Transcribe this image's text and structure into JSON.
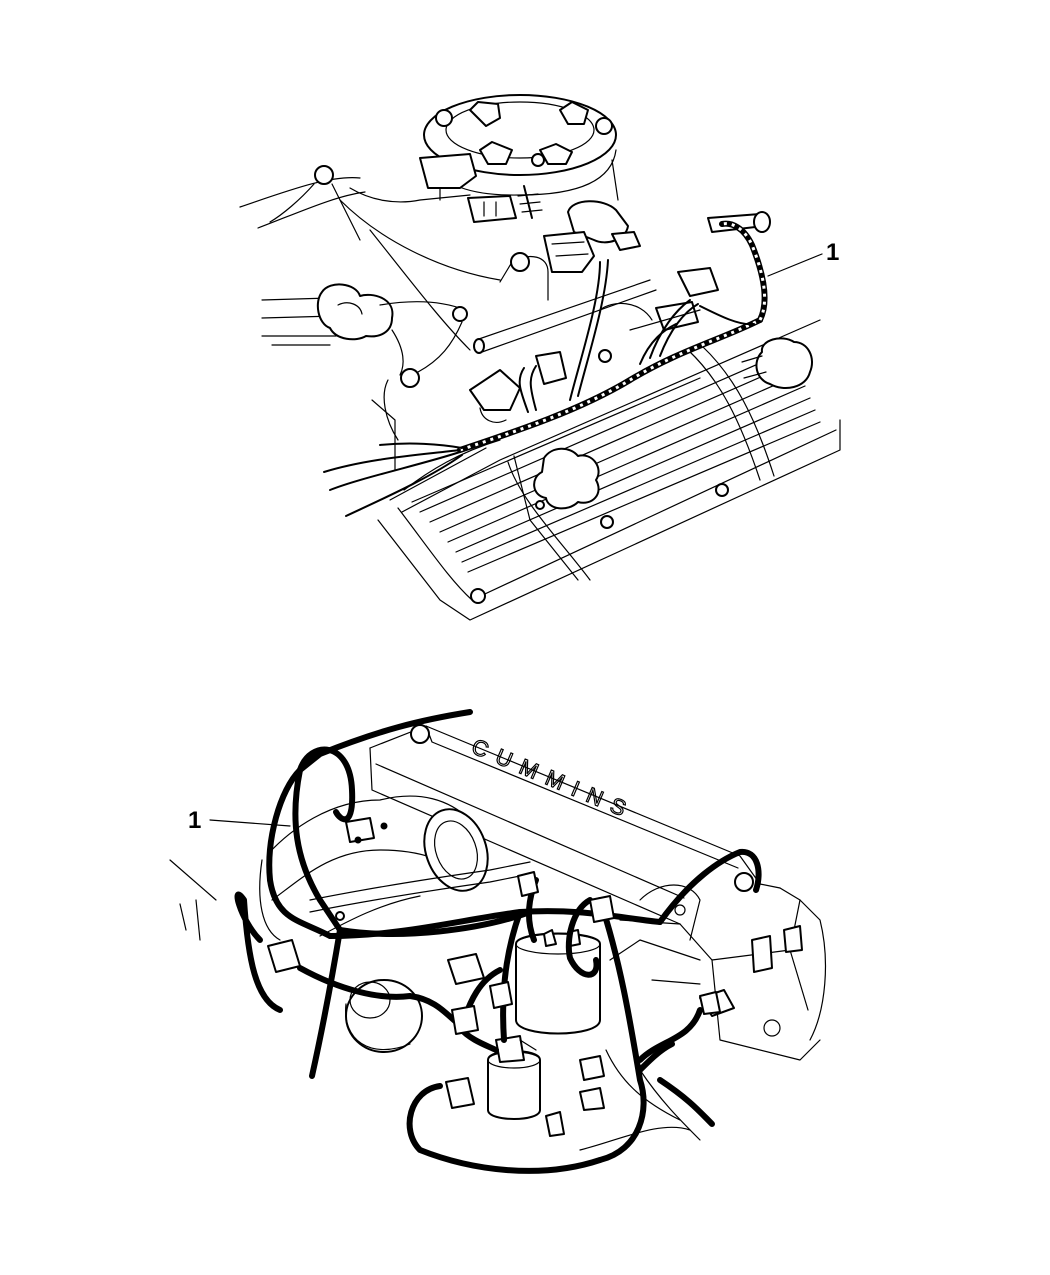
{
  "callouts": {
    "upper": {
      "label": "1"
    },
    "lower": {
      "label": "1"
    }
  },
  "engine_cover_stamp": "CUMMINS",
  "colors": {
    "ink": "#000000",
    "paper": "#ffffff"
  }
}
